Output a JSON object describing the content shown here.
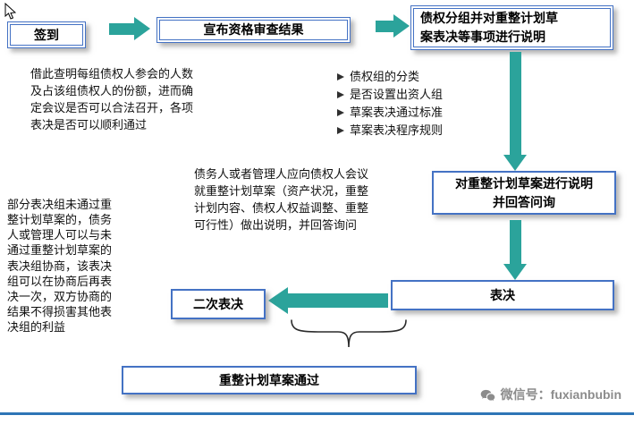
{
  "colors": {
    "box_border": "#4472C4",
    "arrow": "#2BA39B",
    "bottom_line": "#2E75B6",
    "watermark_text": "#8C8C8C"
  },
  "flow": {
    "sign_in": "签到",
    "announce_results": "宣布资格审查结果",
    "grouping_explain": "债权分组并对重整计划草\n案表决等事项进行说明",
    "plan_explain": "对重整计划草案进行说明\n并回答问询",
    "vote": "表决",
    "second_vote": "二次表决",
    "plan_passed": "重整计划草案通过"
  },
  "notes": {
    "attendance_note": "借此查明每组债权人参会的人数及占该组债权人的份额，进而确定会议是否可以合法召开，各项表决是否可以顺利通过",
    "bullets": [
      "债权组的分类",
      "是否设置出资人组",
      "草案表决通过标准",
      "草案表决程序规则"
    ],
    "explain_note": "债务人或者管理人应向债权人会议就重整计划草案（资产状况，重整计划内容、债权人权益调整、重整可行性）做出说明，并回答询问",
    "second_vote_note": "部分表决组未通过重整计划草案的，债务人或管理人可以与未通过重整计划草案的表决组协商，该表决组可以在协商后再表决一次，双方协商的结果不得损害其他表决组的利益"
  },
  "footer": {
    "watermark": "微信号：fuxianbubin"
  }
}
